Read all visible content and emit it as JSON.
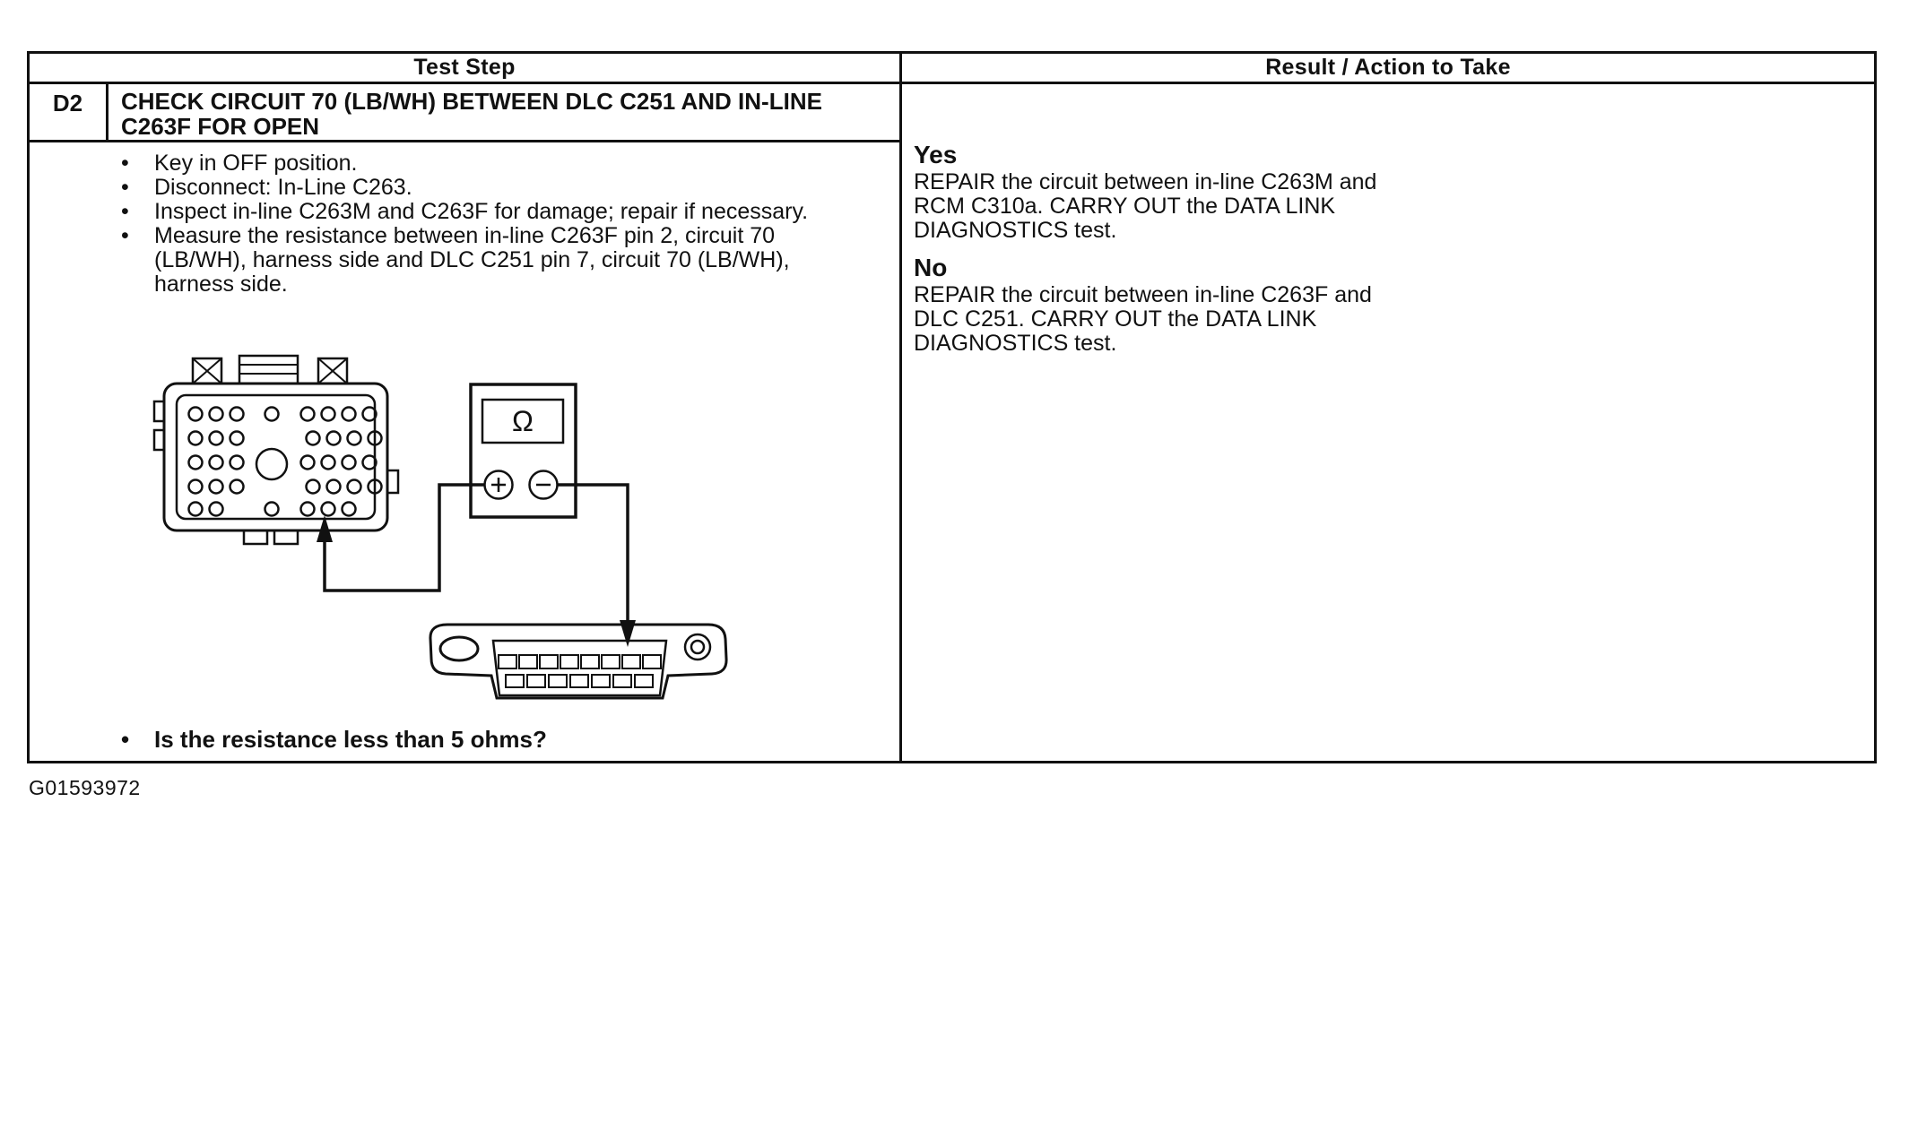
{
  "figure_id": "G01593972",
  "ink_color": "#111111",
  "paper_color": "#ffffff",
  "table": {
    "header": {
      "test_step": "Test Step",
      "result_action": "Result / Action to Take"
    },
    "step": {
      "id": "D2",
      "title": "CHECK CIRCUIT 70 (LB/WH) BETWEEN DLC C251 AND IN-LINE C263F FOR OPEN",
      "bullet_char": "•",
      "bullets": [
        "Key in OFF position.",
        "Disconnect: In-Line C263.",
        "Inspect in-line C263M and C263F for damage; repair if necessary.",
        "Measure the resistance between in-line C263F pin 2, circuit 70 (LB/WH), harness side and DLC C251 pin 7, circuit 70 (LB/WH), harness side."
      ],
      "question": "Is the resistance less than 5 ohms?"
    },
    "results": [
      {
        "label": "Yes",
        "action": "REPAIR the circuit between in-line C263M and RCM C310a. CARRY OUT the DATA LINK DIAGNOSTICS test."
      },
      {
        "label": "No",
        "action": "REPAIR the circuit between in-line C263F and DLC C251. CARRY OUT the DATA LINK DIAGNOSTICS test."
      }
    ]
  },
  "diagram": {
    "meter": {
      "ohm_symbol": "Ω",
      "plus_label": "+",
      "minus_label": "−"
    }
  }
}
